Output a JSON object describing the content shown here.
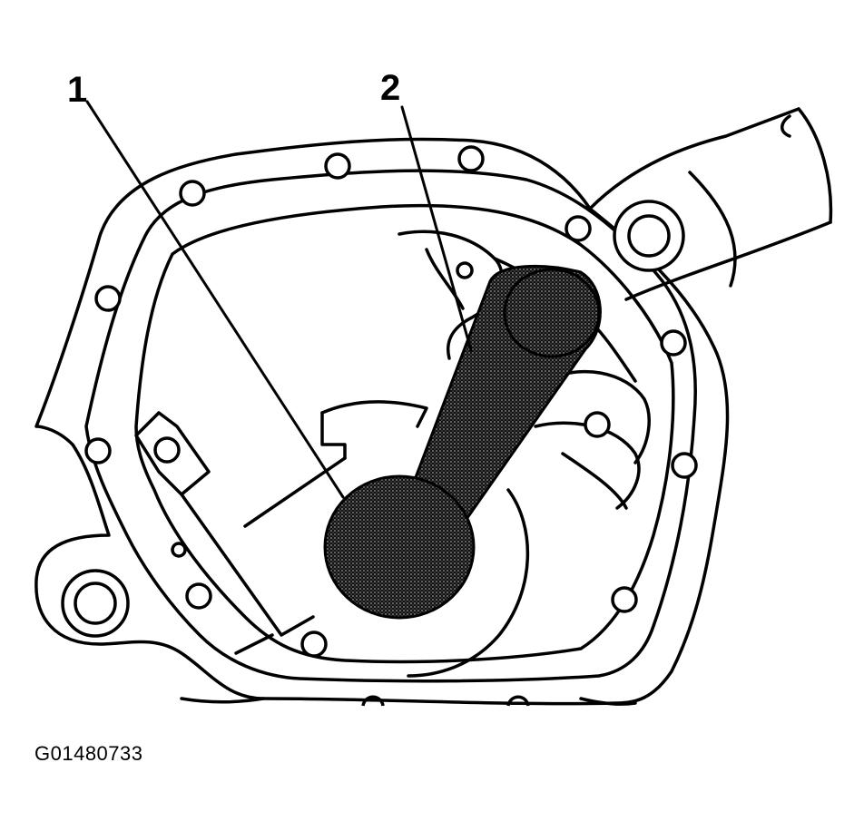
{
  "callouts": [
    {
      "number": "1"
    },
    {
      "number": "2"
    }
  ],
  "figure_id": "G01480733",
  "colors": {
    "ink": "#000000",
    "paper": "#ffffff",
    "tool_fill": "#5a5a5a"
  }
}
